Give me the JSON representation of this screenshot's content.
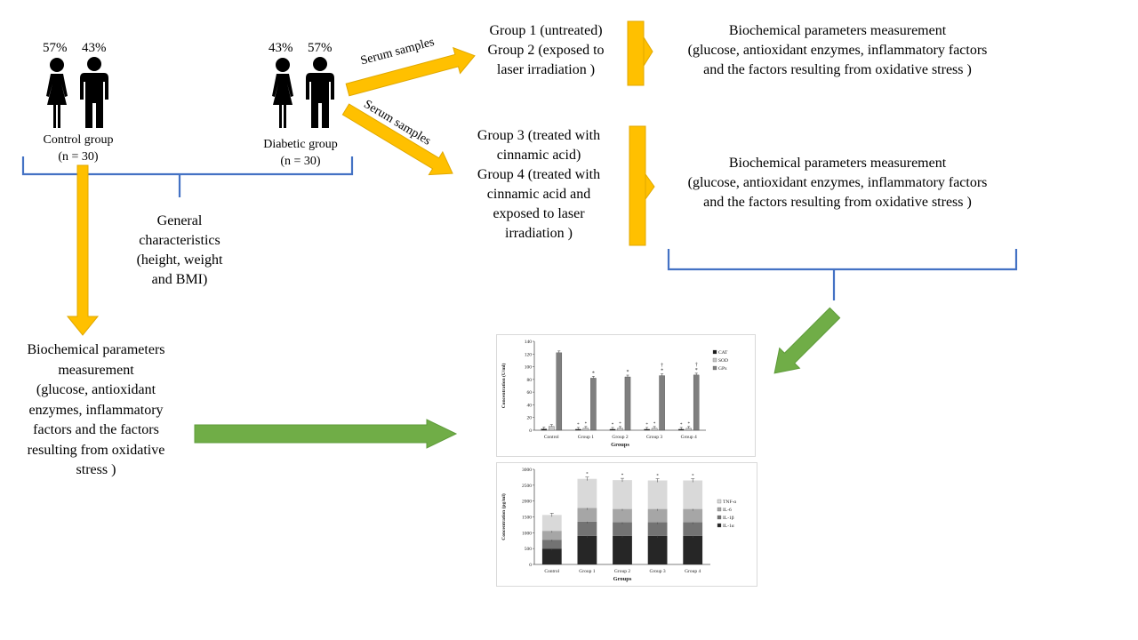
{
  "control": {
    "female_pct": "57%",
    "male_pct": "43%",
    "label": "Control  group",
    "n": "(n = 30)"
  },
  "diabetic": {
    "female_pct": "43%",
    "male_pct": "57%",
    "label": "Diabetic  group",
    "n": "(n = 30)"
  },
  "general_characteristics": [
    "General",
    "characteristics",
    "(height,  weight",
    "and BMI)"
  ],
  "arrow_labels": {
    "serum_upper": "Serum samples",
    "serum_lower": "Serum samples"
  },
  "groups_upper": [
    "Group 1 (untreated)",
    "Group 2 (exposed to",
    "laser irradiation  )"
  ],
  "groups_lower": [
    "Group 3 (treated with",
    "cinnamic  acid)",
    "Group 4 (treated with",
    "cinnamic acid and",
    "exposed to laser",
    "irradiation  )"
  ],
  "biochem_upper": [
    "Biochemical parameters measurement",
    "(glucose, antioxidant enzymes, inflammatory  factors",
    "and the factors resulting  from oxidative  stress )"
  ],
  "biochem_lower": [
    "Biochemical parameters measurement",
    "(glucose, antioxidant enzymes, inflammatory  factors",
    "and the factors resulting  from oxidative  stress )"
  ],
  "biochem_left": [
    "Biochemical parameters",
    "measurement",
    "(glucose, antioxidant",
    "enzymes, inflammatory",
    "factors and the factors",
    "resulting  from oxidative",
    "stress )"
  ],
  "colors": {
    "orange_arrow": "#FFC000",
    "orange_stroke": "#E0A800",
    "green_arrow": "#70AD47",
    "bracket_blue": "#4472C4"
  },
  "chart_data": [
    {
      "type": "bar",
      "title": "",
      "xlabel": "Groups",
      "ylabel": "Concentration (U/ml)",
      "ylim": [
        0,
        140
      ],
      "yticks": [
        0,
        20,
        40,
        60,
        80,
        100,
        120,
        140
      ],
      "categories": [
        "Control",
        "Group 1",
        "Group 2",
        "Group 3",
        "Group 4"
      ],
      "series": [
        {
          "name": "CAT",
          "values": [
            2,
            1.5,
            1.5,
            1.5,
            1.5
          ],
          "color": "#1a1a1a"
        },
        {
          "name": "SOD",
          "values": [
            6,
            3,
            3,
            3,
            3
          ],
          "color": "#c8c8c8"
        },
        {
          "name": "GPx",
          "values": [
            122,
            82,
            84,
            86,
            87
          ],
          "color": "#7f7f7f"
        }
      ],
      "annotations": [
        {
          "category": "Group 1",
          "text": "*"
        },
        {
          "category": "Group 2",
          "text": "*"
        },
        {
          "category": "Group 3",
          "text": "†"
        },
        {
          "category": "Group 4",
          "text": "†"
        }
      ],
      "legend": "right"
    },
    {
      "type": "bar",
      "stacked": true,
      "title": "",
      "xlabel": "Groups",
      "ylabel": "Concentration (pg/ml)",
      "ylim": [
        0,
        3000
      ],
      "yticks": [
        0,
        500,
        1000,
        1500,
        2000,
        2500,
        3000
      ],
      "categories": [
        "Control",
        "Group 1",
        "Group 2",
        "Group 3",
        "Group 4"
      ],
      "series": [
        {
          "name": "IL-1α",
          "values": [
            500,
            900,
            900,
            900,
            900
          ],
          "color": "#262626"
        },
        {
          "name": "IL-1β",
          "values": [
            280,
            450,
            430,
            430,
            430
          ],
          "color": "#737373"
        },
        {
          "name": "IL-6",
          "values": [
            280,
            430,
            420,
            420,
            420
          ],
          "color": "#a6a6a6"
        },
        {
          "name": "TNF-α",
          "values": [
            500,
            920,
            910,
            900,
            900
          ],
          "color": "#d9d9d9"
        }
      ],
      "legend": "right"
    }
  ]
}
